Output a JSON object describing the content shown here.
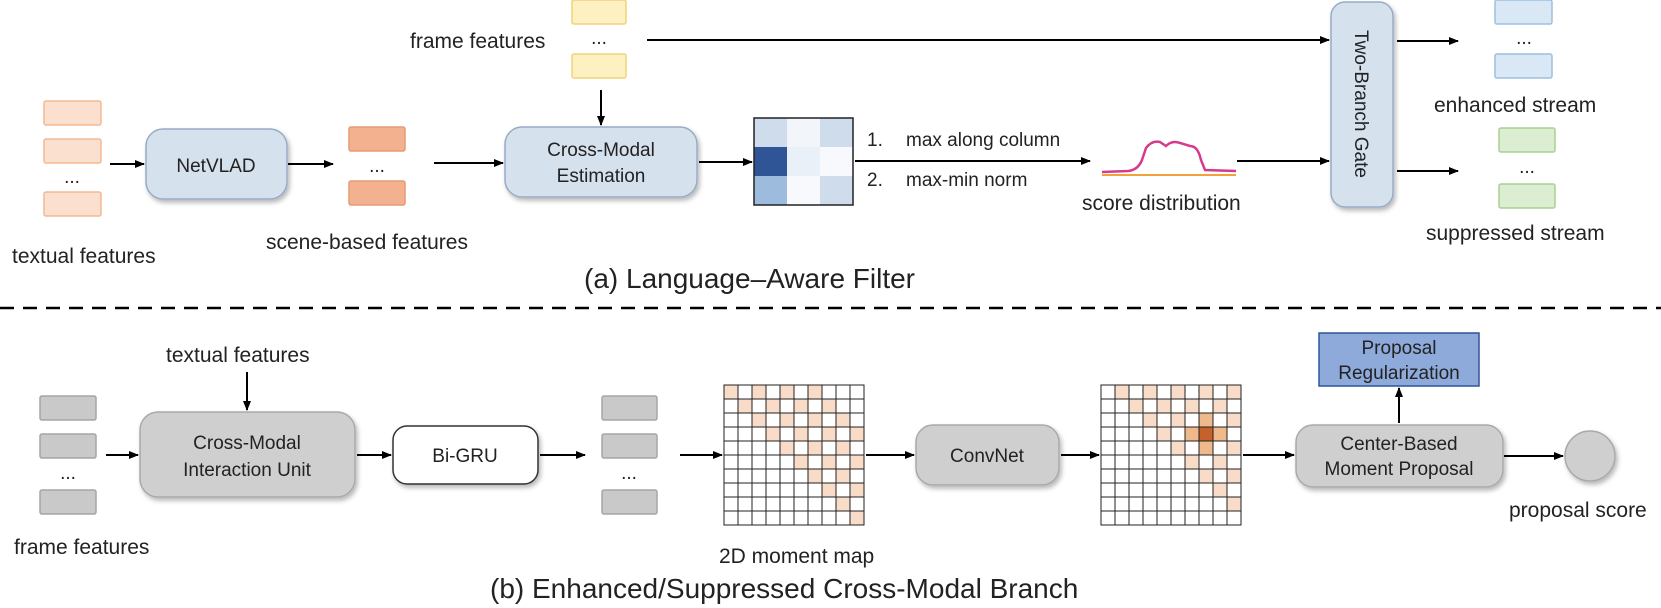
{
  "colors": {
    "textual_feature": "#fbe0cf",
    "textual_feature_border": "#f3b993",
    "frame_feature_top": "#fdf1c2",
    "frame_feature_top_border": "#f2d27a",
    "scene_feature": "#f4b18f",
    "scene_feature_border": "#e69a74",
    "node_blue": "#d6e1ee",
    "node_blue_border": "#97abc5",
    "enhanced": "#dae8f6",
    "enhanced_border": "#9dbfe0",
    "suppressed": "#dbeed2",
    "suppressed_border": "#a8d193",
    "gray_feature": "#c9c9c9",
    "gray_feature_border": "#a5a5a5",
    "gray_node": "#cfcfcf",
    "gray_node_border": "#a9a9a9",
    "proposal_reg": "#8eaadb",
    "proposal_reg_border": "#2f5597",
    "score_curve": "#d63a8e",
    "score_baseline": "#f2a23a",
    "map_cell_light": "#f8dcc8",
    "map_cell_mid": "#f0b98c",
    "map_cell_dark": "#c5612b"
  },
  "top": {
    "frame_features_label": "frame features",
    "ellipsis": "...",
    "textual_features_label": "textual features",
    "netvlad": "NetVLAD",
    "scene_features_label": "scene-based features",
    "cross_modal_estimation": [
      "Cross-Modal",
      "Estimation"
    ],
    "step1_num": "1.",
    "step1": "max along column",
    "step2_num": "2.",
    "step2": "max-min norm",
    "score_distribution": "score distribution",
    "gate": "Two-Branch Gate",
    "enhanced_stream": "enhanced stream",
    "suppressed_stream": "suppressed stream",
    "caption": "(a) Language–Aware Filter",
    "similarity_matrix": [
      [
        "#cfdcec",
        "#f2f6fb",
        "#cfdcec"
      ],
      [
        "#2f5597",
        "#e9f0f8",
        "#f7f9fc"
      ],
      [
        "#9dbbdc",
        "#f7f9fc",
        "#cfdcec"
      ]
    ]
  },
  "bottom": {
    "textual_features_label": "textual features",
    "frame_features_label": "frame features",
    "ellipsis": "...",
    "interaction_unit": [
      "Cross-Modal",
      "Interaction Unit"
    ],
    "bigru": "Bi-GRU",
    "moment_map_label": "2D moment map",
    "convnet": "ConvNet",
    "moment_proposal": [
      "Center-Based",
      "Moment Proposal"
    ],
    "proposal_regularization": [
      "Proposal",
      "Regularization"
    ],
    "proposal_score": "proposal score",
    "caption": "(b) Enhanced/Suppressed Cross-Modal Branch"
  }
}
